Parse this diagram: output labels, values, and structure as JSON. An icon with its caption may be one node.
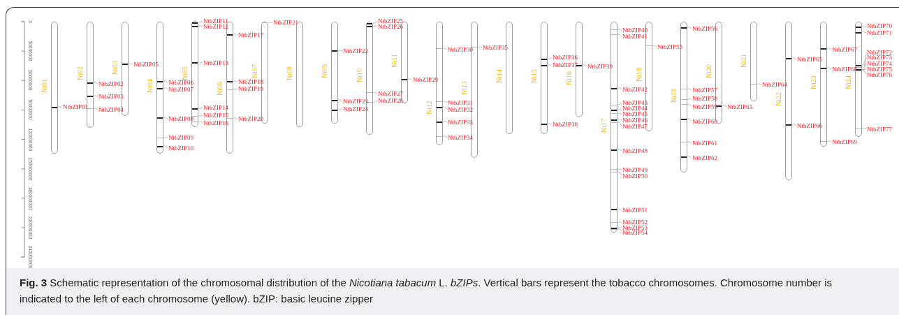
{
  "diagram": {
    "caption": "**Fig. 3** Schematic representation of the chromosomal distribution of the *Nicotiana tabacum* L. *bZIPs*. Vertical bars represent the tobacco chromosomes. Chromosome number is indicated to the left of each chromosome (yellow). bZIP: basic leucine zipper",
    "nodes": [
      {
        "text": [
          "Nt01"
        ]
      },
      {
        "text": [
          "Nt02"
        ]
      },
      {
        "text": [
          "Nt03"
        ]
      },
      {
        "text": [
          "Nt04"
        ]
      },
      {
        "text": [
          "Nt05"
        ]
      },
      {
        "text": [
          "Nt06"
        ]
      },
      {
        "text": [
          "Nt07"
        ]
      },
      {
        "text": [
          "Nt08"
        ]
      },
      {
        "text": [
          "Nt09"
        ]
      },
      {
        "text": [
          "Nt10"
        ]
      },
      {
        "text": [
          "Nt11"
        ]
      },
      {
        "text": [
          "Nt12"
        ]
      },
      {
        "text": [
          "Nt13"
        ]
      },
      {
        "text": [
          "Nt14"
        ]
      },
      {
        "text": [
          "Nt15"
        ]
      },
      {
        "text": [
          "Nt16"
        ]
      },
      {
        "text": [
          "Nt17"
        ]
      },
      {
        "text": [
          "Nt18"
        ]
      },
      {
        "text": [
          "Nt19"
        ]
      },
      {
        "text": [
          "Nt20"
        ]
      },
      {
        "text": [
          "Nt21"
        ]
      },
      {
        "text": [
          "Nt22"
        ]
      },
      {
        "text": [
          "Nt23"
        ]
      },
      {
        "text": [
          "Nt24"
        ]
      },
      {
        "text": [
          "NtbZIP01"
        ]
      },
      {
        "text": [
          "NtbZIP02"
        ]
      },
      {
        "text": [
          "NtbZIP03"
        ]
      },
      {
        "text": [
          "NtbZIP04"
        ]
      },
      {
        "text": [
          "NtbZIP05"
        ]
      },
      {
        "text": [
          "NtbZIP06"
        ]
      },
      {
        "text": [
          "NtbZIP07"
        ]
      },
      {
        "text": [
          "NtbZIP08"
        ]
      },
      {
        "text": [
          "NtbZIP09"
        ]
      },
      {
        "text": [
          "NtbZIP10"
        ]
      },
      {
        "text": [
          "NtbZIP11"
        ]
      },
      {
        "text": [
          "NtbZIP12"
        ]
      },
      {
        "text": [
          "NtbZIP13"
        ]
      },
      {
        "text": [
          "NtbZIP14"
        ]
      },
      {
        "text": [
          "NtbZIP15"
        ]
      },
      {
        "text": [
          "NtbZIP16"
        ]
      },
      {
        "text": [
          "NtbZIP17"
        ]
      },
      {
        "text": [
          "NtbZIP18"
        ]
      },
      {
        "text": [
          "NtbZIP19"
        ]
      },
      {
        "text": [
          "NtbZIP20"
        ]
      },
      {
        "text": [
          "NtbZIP21"
        ]
      },
      {
        "text": [
          "NtbZIP22"
        ]
      },
      {
        "text": [
          "NtbZIP23"
        ]
      },
      {
        "text": [
          "NtbZIP24"
        ]
      },
      {
        "text": [
          "NtbZIP25"
        ]
      },
      {
        "text": [
          "NtbZIP26"
        ]
      },
      {
        "text": [
          "NtbZIP27"
        ]
      },
      {
        "text": [
          "NtbZIP28"
        ]
      },
      {
        "text": [
          "NtbZIP29"
        ]
      },
      {
        "text": [
          "NtbZIP30"
        ]
      },
      {
        "text": [
          "NtbZIP31"
        ]
      },
      {
        "text": [
          "NtbZIP32"
        ]
      },
      {
        "text": [
          "NtbZIP33"
        ]
      },
      {
        "text": [
          "NtbZIP34"
        ]
      },
      {
        "text": [
          "NtbZIP35"
        ]
      },
      {
        "text": [
          "NtbZIP36"
        ]
      },
      {
        "text": [
          "NtbZIP37"
        ]
      },
      {
        "text": [
          "NtbZIP38"
        ]
      },
      {
        "text": [
          "NtbZIP39"
        ]
      },
      {
        "text": [
          "NtbZIP40"
        ]
      },
      {
        "text": [
          "NtbZIP41"
        ]
      },
      {
        "text": [
          "NtbZIP42"
        ]
      },
      {
        "text": [
          "NtbZIP43"
        ]
      },
      {
        "text": [
          "NtbZIP44"
        ]
      },
      {
        "text": [
          "NtbZIP45"
        ]
      },
      {
        "text": [
          "NtbZIP46"
        ]
      },
      {
        "text": [
          "NtbZIP47"
        ]
      },
      {
        "text": [
          "NtbZIP48"
        ]
      },
      {
        "text": [
          "NtbZIP49"
        ]
      },
      {
        "text": [
          "NtbZIP50"
        ]
      },
      {
        "text": [
          "NtbZIP51"
        ]
      },
      {
        "text": [
          "NtbZIP52"
        ]
      },
      {
        "text": [
          "NtbZIP53"
        ]
      },
      {
        "text": [
          "NtbZIP54"
        ]
      },
      {
        "text": [
          "NtbZIP55"
        ]
      },
      {
        "text": [
          "NtbZIP56"
        ]
      },
      {
        "text": [
          "NtbZIP57"
        ]
      },
      {
        "text": [
          "NtbZIP58"
        ]
      },
      {
        "text": [
          "NtbZIP59"
        ]
      },
      {
        "text": [
          "NtbZIP60"
        ]
      },
      {
        "text": [
          "NtbZIP61"
        ]
      },
      {
        "text": [
          "NtbZIP62"
        ]
      },
      {
        "text": [
          "NtbZIP63"
        ]
      },
      {
        "text": [
          "NtbZIP64"
        ]
      },
      {
        "text": [
          "NtbZIP65"
        ]
      },
      {
        "text": [
          "NtbZIP66"
        ]
      },
      {
        "text": [
          "NtbZIP67"
        ]
      },
      {
        "text": [
          "NtbZIP68"
        ]
      },
      {
        "text": [
          "NtbZIP69"
        ]
      },
      {
        "text": [
          "NtbZIP70"
        ]
      },
      {
        "text": [
          "NtbZIP71"
        ]
      },
      {
        "text": [
          "NtbZIP72"
        ]
      },
      {
        "text": [
          "NtbZIP73"
        ]
      },
      {
        "text": [
          "NtbZIP74"
        ]
      },
      {
        "text": [
          "NtbZIP75"
        ]
      },
      {
        "text": [
          "NtbZIP76"
        ]
      },
      {
        "text": [
          "NtbZIP77"
        ]
      }
    ],
    "edges": [
      {
        "from": 24,
        "to": 0,
        "arrow": "none"
      },
      {
        "from": 25,
        "to": 1,
        "arrow": "none"
      },
      {
        "from": 26,
        "to": 1,
        "arrow": "none"
      },
      {
        "from": 27,
        "to": 1,
        "arrow": "none"
      },
      {
        "from": 28,
        "to": 2,
        "arrow": "none"
      },
      {
        "from": 29,
        "to": 3,
        "arrow": "none"
      },
      {
        "from": 30,
        "to": 3,
        "arrow": "none"
      },
      {
        "from": 31,
        "to": 3,
        "arrow": "none"
      },
      {
        "from": 32,
        "to": 3,
        "arrow": "none"
      },
      {
        "from": 33,
        "to": 3,
        "arrow": "none"
      },
      {
        "from": 34,
        "to": 4,
        "arrow": "none"
      },
      {
        "from": 35,
        "to": 4,
        "arrow": "none"
      },
      {
        "from": 36,
        "to": 4,
        "arrow": "none"
      },
      {
        "from": 37,
        "to": 4,
        "arrow": "none"
      },
      {
        "from": 38,
        "to": 4,
        "arrow": "none"
      },
      {
        "from": 39,
        "to": 4,
        "arrow": "none"
      },
      {
        "from": 40,
        "to": 5,
        "arrow": "none"
      },
      {
        "from": 41,
        "to": 5,
        "arrow": "none"
      },
      {
        "from": 42,
        "to": 5,
        "arrow": "none"
      },
      {
        "from": 43,
        "to": 5,
        "arrow": "none"
      },
      {
        "from": 44,
        "to": 6,
        "arrow": "none"
      },
      {
        "from": 45,
        "to": 8,
        "arrow": "none"
      },
      {
        "from": 46,
        "to": 8,
        "arrow": "none"
      },
      {
        "from": 47,
        "to": 8,
        "arrow": "none"
      },
      {
        "from": 48,
        "to": 9,
        "arrow": "none"
      },
      {
        "from": 49,
        "to": 9,
        "arrow": "none"
      },
      {
        "from": 50,
        "to": 9,
        "arrow": "none"
      },
      {
        "from": 51,
        "to": 9,
        "arrow": "none"
      },
      {
        "from": 52,
        "to": 10,
        "arrow": "none"
      },
      {
        "from": 53,
        "to": 11,
        "arrow": "none"
      },
      {
        "from": 54,
        "to": 11,
        "arrow": "none"
      },
      {
        "from": 55,
        "to": 11,
        "arrow": "none"
      },
      {
        "from": 56,
        "to": 11,
        "arrow": "none"
      },
      {
        "from": 57,
        "to": 11,
        "arrow": "none"
      },
      {
        "from": 58,
        "to": 12,
        "arrow": "none"
      },
      {
        "from": 59,
        "to": 14,
        "arrow": "none"
      },
      {
        "from": 60,
        "to": 14,
        "arrow": "none"
      },
      {
        "from": 61,
        "to": 14,
        "arrow": "none"
      },
      {
        "from": 62,
        "to": 15,
        "arrow": "none"
      },
      {
        "from": 63,
        "to": 16,
        "arrow": "none"
      },
      {
        "from": 64,
        "to": 16,
        "arrow": "none"
      },
      {
        "from": 65,
        "to": 16,
        "arrow": "none"
      },
      {
        "from": 66,
        "to": 16,
        "arrow": "none"
      },
      {
        "from": 67,
        "to": 16,
        "arrow": "none"
      },
      {
        "from": 68,
        "to": 16,
        "arrow": "none"
      },
      {
        "from": 69,
        "to": 16,
        "arrow": "none"
      },
      {
        "from": 70,
        "to": 16,
        "arrow": "none"
      },
      {
        "from": 71,
        "to": 16,
        "arrow": "none"
      },
      {
        "from": 72,
        "to": 16,
        "arrow": "none"
      },
      {
        "from": 73,
        "to": 16,
        "arrow": "none"
      },
      {
        "from": 74,
        "to": 16,
        "arrow": "none"
      },
      {
        "from": 75,
        "to": 16,
        "arrow": "none"
      },
      {
        "from": 76,
        "to": 16,
        "arrow": "none"
      },
      {
        "from": 77,
        "to": 16,
        "arrow": "none"
      },
      {
        "from": 78,
        "to": 17,
        "arrow": "none"
      },
      {
        "from": 79,
        "to": 18,
        "arrow": "none"
      },
      {
        "from": 80,
        "to": 18,
        "arrow": "none"
      },
      {
        "from": 81,
        "to": 18,
        "arrow": "none"
      },
      {
        "from": 82,
        "to": 18,
        "arrow": "none"
      },
      {
        "from": 83,
        "to": 18,
        "arrow": "none"
      },
      {
        "from": 84,
        "to": 18,
        "arrow": "none"
      },
      {
        "from": 85,
        "to": 18,
        "arrow": "none"
      },
      {
        "from": 86,
        "to": 19,
        "arrow": "none"
      },
      {
        "from": 87,
        "to": 20,
        "arrow": "none"
      },
      {
        "from": 88,
        "to": 21,
        "arrow": "none"
      },
      {
        "from": 89,
        "to": 21,
        "arrow": "none"
      },
      {
        "from": 90,
        "to": 22,
        "arrow": "none"
      },
      {
        "from": 91,
        "to": 22,
        "arrow": "none"
      },
      {
        "from": 92,
        "to": 22,
        "arrow": "none"
      },
      {
        "from": 93,
        "to": 23,
        "arrow": "none"
      },
      {
        "from": 94,
        "to": 23,
        "arrow": "none"
      },
      {
        "from": 95,
        "to": 23,
        "arrow": "none"
      },
      {
        "from": 96,
        "to": 23,
        "arrow": "none"
      },
      {
        "from": 97,
        "to": 23,
        "arrow": "none"
      },
      {
        "from": 98,
        "to": 23,
        "arrow": "none"
      },
      {
        "from": 99,
        "to": 23,
        "arrow": "none"
      },
      {
        "from": 100,
        "to": 23,
        "arrow": "none"
      }
    ],
    "labels": [
      "0",
      "30000000",
      "60000000",
      "90000000",
      "120000000",
      "150000000",
      "180000000",
      "210000000",
      "240000000"
    ]
  }
}
